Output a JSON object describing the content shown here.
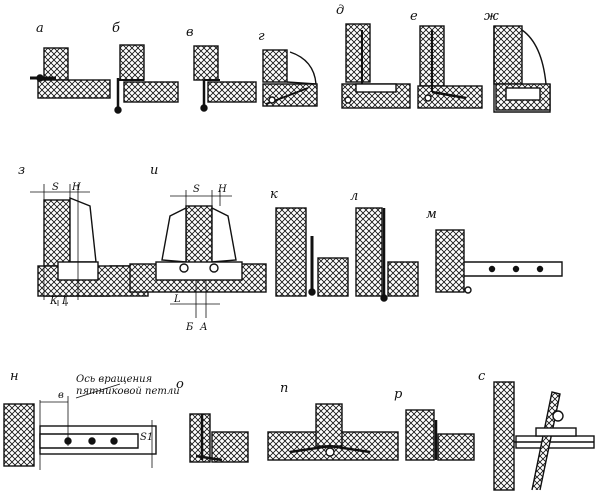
{
  "figure": {
    "panel_labels": {
      "a": "а",
      "b": "б",
      "v": "в",
      "g": "г",
      "d": "д",
      "e": "е",
      "zh": "ж",
      "z": "з",
      "i": "и",
      "k": "к",
      "l": "л",
      "m": "м",
      "n": "н",
      "o": "о",
      "p": "п",
      "r": "р",
      "s": "с"
    },
    "dims": {
      "S": "S",
      "H": "Н",
      "K": "К",
      "L": "L",
      "B_mark": "Б",
      "A_mark": "А",
      "v_mark": "в",
      "S1": "S1"
    },
    "annotation": {
      "line1": "Ось вращения",
      "line2": "пятниковой петли"
    }
  },
  "colors": {
    "ink": "#111111",
    "paper": "#ffffff"
  }
}
